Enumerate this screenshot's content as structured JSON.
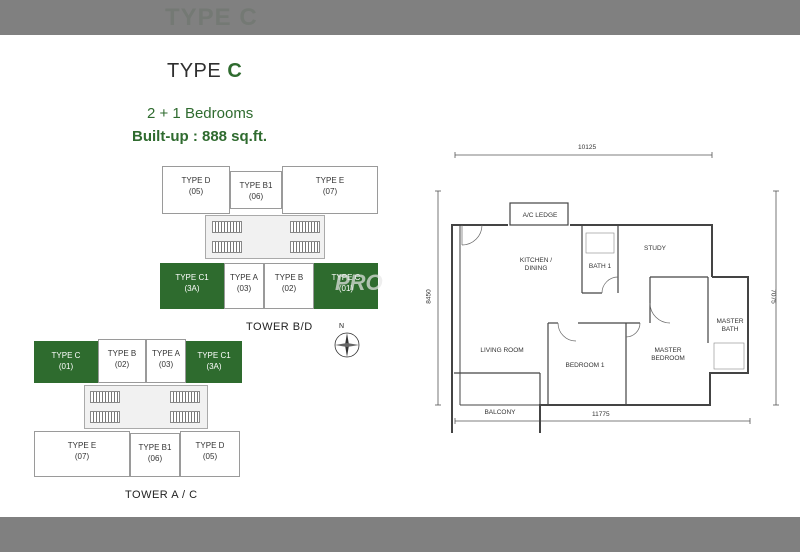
{
  "header_ghost": "TYPE C",
  "title": {
    "prefix": "TYPE",
    "letter": "C"
  },
  "bedrooms": "2 + 1 Bedrooms",
  "builtup": "Built-up : 888 sq.ft.",
  "tower_bd": {
    "label": "TOWER B/D",
    "top_units": [
      {
        "name": "TYPE D",
        "num": "(05)"
      },
      {
        "name": "TYPE B1",
        "num": "(06)"
      },
      {
        "name": "TYPE E",
        "num": "(07)"
      }
    ],
    "bottom_units": [
      {
        "name": "TYPE C1",
        "num": "(3A)"
      },
      {
        "name": "TYPE A",
        "num": "(03)"
      },
      {
        "name": "TYPE B",
        "num": "(02)"
      },
      {
        "name": "TYPE C",
        "num": "(01)"
      }
    ]
  },
  "tower_ac": {
    "label": "TOWER A / C",
    "top_units": [
      {
        "name": "TYPE C",
        "num": "(01)"
      },
      {
        "name": "TYPE B",
        "num": "(02)"
      },
      {
        "name": "TYPE A",
        "num": "(03)"
      },
      {
        "name": "TYPE C1",
        "num": "(3A)"
      }
    ],
    "bottom_units": [
      {
        "name": "TYPE E",
        "num": "(07)"
      },
      {
        "name": "TYPE B1",
        "num": "(06)"
      },
      {
        "name": "TYPE D",
        "num": "(05)"
      }
    ]
  },
  "compass_label": "N",
  "floorplan": {
    "dim_top": "10125",
    "dim_bottom": "11775",
    "dim_left": "8450",
    "dim_right": "7075",
    "rooms": {
      "ac_ledge": "A/C LEDGE",
      "kitchen": "KITCHEN /",
      "dining": "DINING",
      "bath1": "BATH 1",
      "study": "STUDY",
      "living": "LIVING ROOM",
      "bedroom1": "BEDROOM 1",
      "master1": "MASTER",
      "master2": "BEDROOM",
      "mbath1": "MASTER",
      "mbath2": "BATH",
      "balcony": "BALCONY"
    }
  },
  "watermark": "PRO",
  "colors": {
    "green": "#2e6b2e",
    "title_green": "#2f6b2f"
  }
}
